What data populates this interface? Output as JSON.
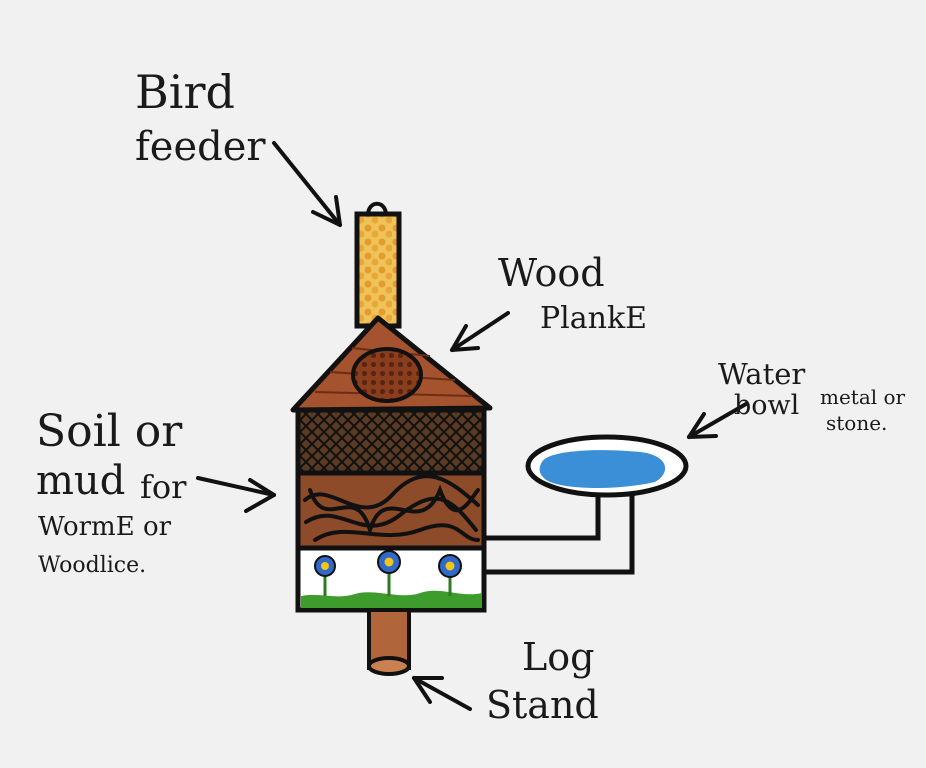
{
  "labels": {
    "bird_feeder": [
      "Bird",
      "feeder"
    ],
    "wood_planks": [
      "Wood",
      "PlankE"
    ],
    "water_bowl": [
      "Water",
      "bowl"
    ],
    "water_bowl_material": [
      "metal or",
      "stone."
    ],
    "soil": [
      "Soil or",
      "mud"
    ],
    "soil_purpose": [
      "for",
      "WormE or",
      "Woodlice."
    ],
    "log_stand": [
      "Log",
      "Stand"
    ]
  },
  "colors": {
    "background": "#f1f1f1",
    "ink": "#111111",
    "feeder_fill": "#e9b545",
    "roof": "#a4532e",
    "soil_dark": "#3a2616",
    "soil_brown": "#8d4b2a",
    "water": "#3b8fd6",
    "grass": "#3d9c2c",
    "flower_petal": "#2f69c9",
    "flower_center": "#f2c518",
    "log": "#b0663a"
  }
}
